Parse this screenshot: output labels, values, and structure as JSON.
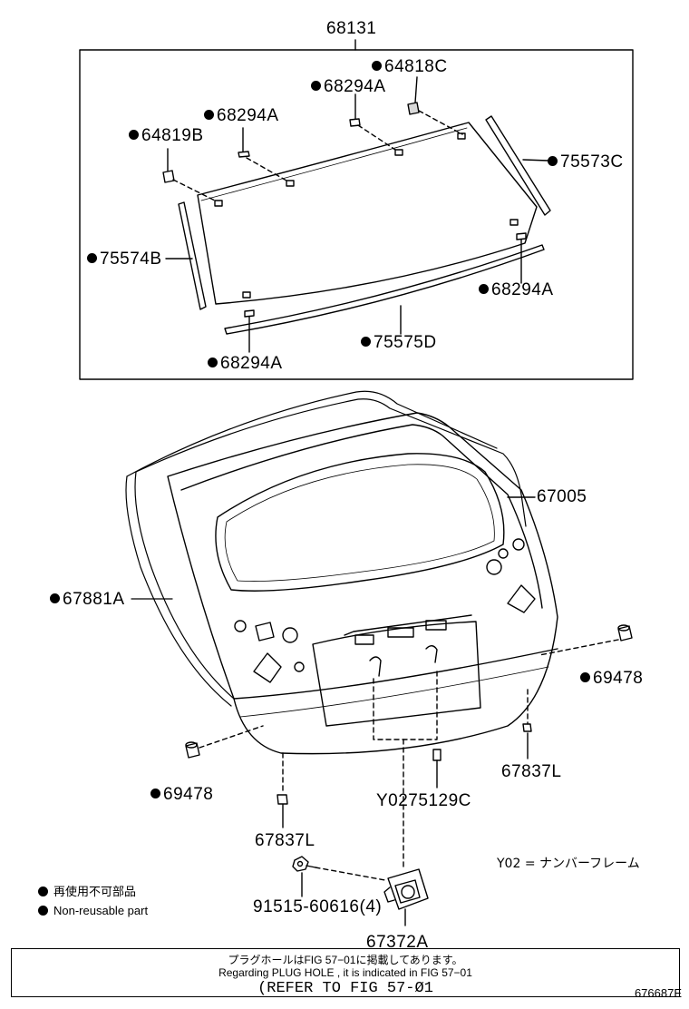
{
  "labels": {
    "assembly_group": "68131",
    "clip_64818c": "64818C",
    "clip_68294a_top": "68294A",
    "clip_68294a_left": "68294A",
    "clip_64819b": "64819B",
    "molding_75573c": "75573C",
    "molding_75574b": "75574B",
    "clip_68294a_right": "68294A",
    "molding_75575d": "75575D",
    "clip_68294a_bottom": "68294A",
    "door_panel_67005": "67005",
    "weatherstrip_67881a": "67881A",
    "cushion_69478_right": "69478",
    "cushion_69478_left": "69478",
    "stopper_67837l_right": "67837L",
    "stopper_67837l_left": "67837L",
    "part_y0275129c": "Y0275129C",
    "bolt_91515": "91515-60616(4)",
    "lock_67372a": "67372A",
    "y02_note": "Y02 = ナンバーフレーム"
  },
  "legend": {
    "ja": "再使用不可部品",
    "en": "Non-reusable part"
  },
  "note": {
    "ja": "プラグホールはFIG 57−01に掲載してあります。",
    "en": "Regarding  PLUG  HOLE , it is indicated in  FIG  57−01",
    "ref": "(REFER TO FIG 57-Ø1"
  },
  "figure_id": "676687E"
}
